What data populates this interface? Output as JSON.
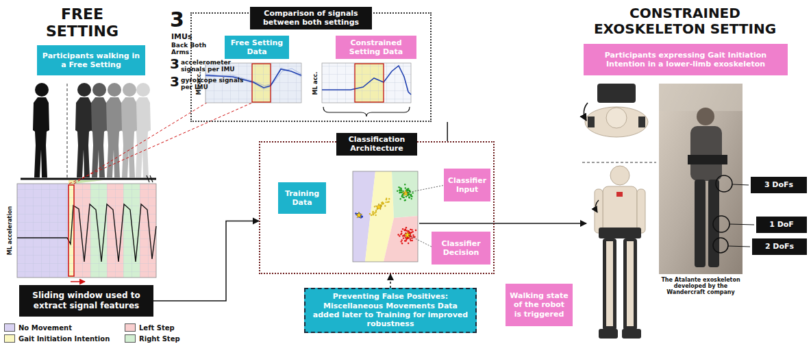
{
  "diagram": {
    "nodes": [
      {
        "text": [
          "Participants walking in a Free Setting"
        ]
      },
      {
        "text": [
          "Comparison of signals between both settings"
        ]
      },
      {
        "text": [
          "Free Setting Data"
        ],
        "in": 1
      },
      {
        "text": [
          "Constrained Setting Data"
        ],
        "in": 1
      },
      {
        "text": [
          "Classification Architecture"
        ]
      },
      {
        "text": [
          "Training Data"
        ],
        "in": 4
      },
      {
        "text": [
          "Classifier Input"
        ],
        "in": 4
      },
      {
        "text": [
          "Classifier Decision"
        ],
        "in": 4
      },
      {
        "text": [
          "Preventing False Positives: Miscellaneous Movements Data added later to Training for improved robustness"
        ]
      },
      {
        "text": [
          "Participants expressing Gait Initiation Intention in a lower-limb exoskeleton"
        ]
      },
      {
        "text": [
          "Walking state of the robot is triggered"
        ]
      },
      {
        "text": [
          "Sliding window used to extract signal features"
        ]
      },
      {
        "text": [
          "3 DoFs"
        ]
      },
      {
        "text": [
          "1 DoF"
        ]
      },
      {
        "text": [
          "2 DoFs"
        ]
      }
    ],
    "edges": [
      {
        "from": 11,
        "to": 4,
        "arrow": "to"
      },
      {
        "from": 8,
        "to": 4,
        "arrow": "to"
      },
      {
        "from": 1,
        "to": 4,
        "arrow": "none"
      }
    ],
    "labels": [
      "FREE SETTING",
      "3",
      "IMUs",
      "Back Both Arms",
      "3",
      "accelerometer signals per IMU",
      "3",
      "gyroscope signals per IMU",
      "ML acceleration",
      "ML acc.",
      "ML acc.",
      "CONSTRAINED EXOSKELETON SETTING",
      "The Atalante exoskeleton developed by the Wandercraft company"
    ],
    "legend": [
      {
        "text": "No Movement",
        "color": "#d9d2f2"
      },
      {
        "text": "Left Step",
        "color": "#f9cfcf"
      },
      {
        "text": "Gait Initiation Intention",
        "color": "#fbf8c0"
      },
      {
        "text": "Right Step",
        "color": "#d3efd2"
      }
    ]
  }
}
